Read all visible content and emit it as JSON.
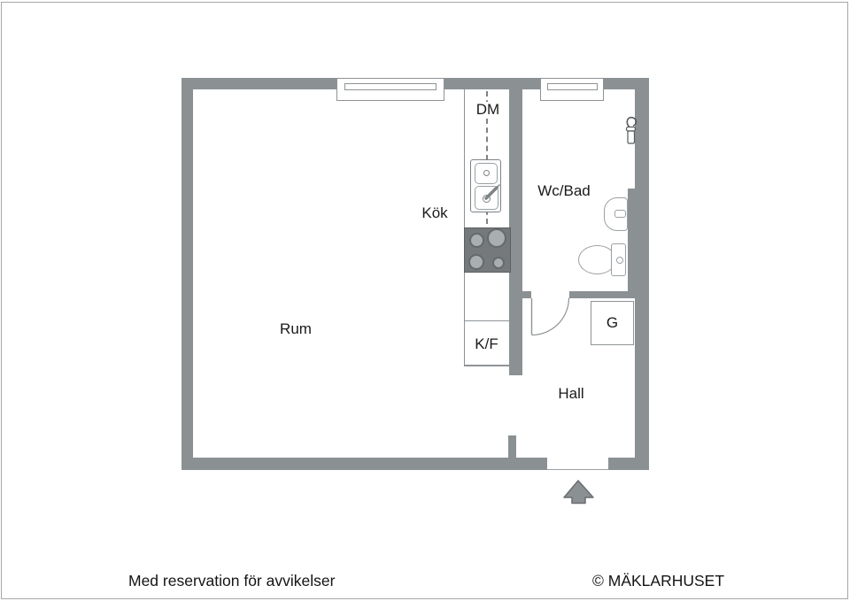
{
  "colors": {
    "wall": "#8b9093",
    "fixture_line": "#8e9396",
    "fixture_line_light": "#9aa0a3",
    "stove_fill": "#76797c",
    "stove_border": "#5c6062",
    "burner_fill": "#a9aeb1",
    "burner_ring": "#65696c",
    "text": "#1a1a1a",
    "page_border": "#a6a6a6"
  },
  "labels": {
    "rum": "Rum",
    "kok": "Kök",
    "dm": "DM",
    "wcbad": "Wc/Bad",
    "kf": "K/F",
    "g": "G",
    "hall": "Hall"
  },
  "footer": {
    "disclaimer": "Med reservation för avvikelser",
    "copyright": "© MÄKLARHUSET"
  }
}
